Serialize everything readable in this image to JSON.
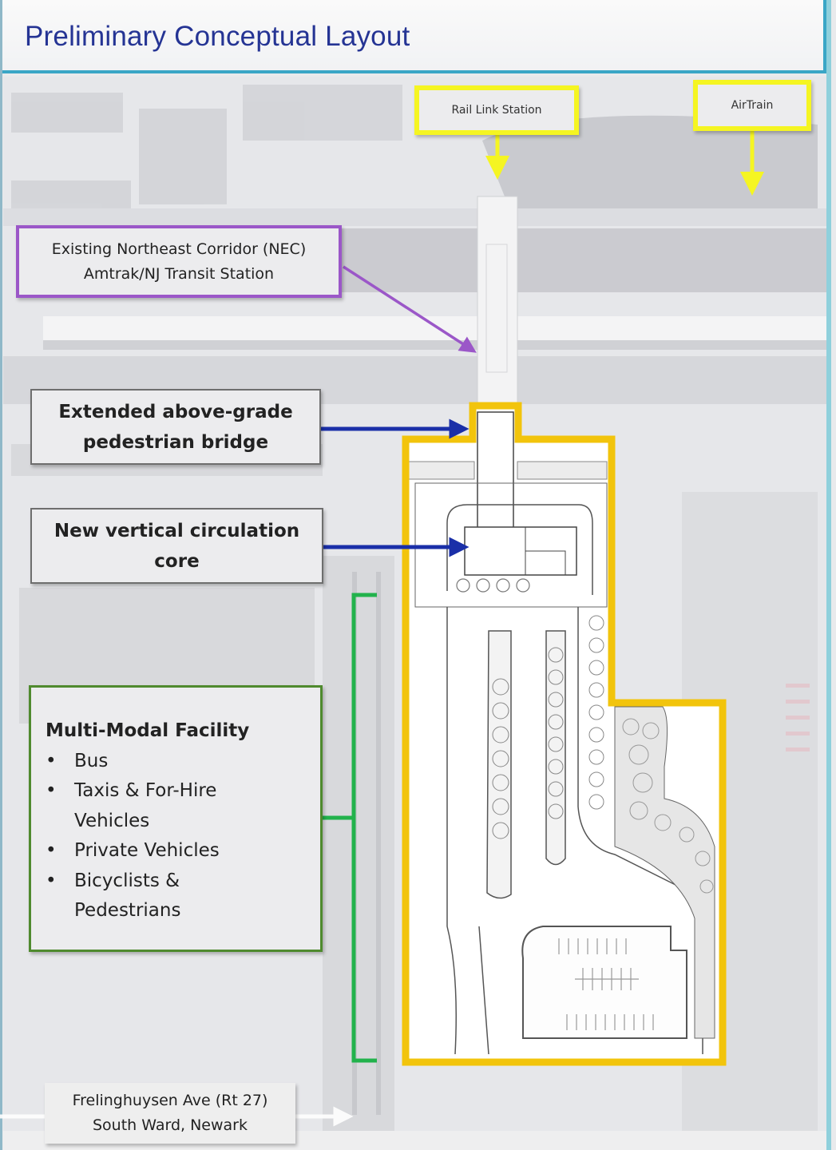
{
  "header": {
    "title": "Preliminary Conceptual Layout"
  },
  "callouts": {
    "rail_link": "Rail Link Station",
    "airtrain": "AirTrain",
    "nec_line1": "Existing Northeast Corridor (NEC)",
    "nec_line2": "Amtrak/NJ Transit Station",
    "bridge_line1": "Extended above-grade",
    "bridge_line2": "pedestrian bridge",
    "core_line1": "New vertical circulation",
    "core_line2": "core",
    "road_line1": "Frelinghuysen Ave (Rt 27)",
    "road_line2": "South Ward, Newark"
  },
  "facility": {
    "heading": "Multi-Modal Facility",
    "bullet_glyph": "•",
    "items": [
      {
        "line1": "Bus",
        "line2": ""
      },
      {
        "line1": "Taxis & For-Hire",
        "line2": "Vehicles"
      },
      {
        "line1": "Private Vehicles",
        "line2": ""
      },
      {
        "line1": "Bicyclists &",
        "line2": "Pedestrians"
      }
    ]
  },
  "colors": {
    "title": "#253494",
    "title_rule": "#3aa6c6",
    "yellow_callout": "#f5f522",
    "purple_callout": "#9b57c8",
    "blue_arrow": "#1a2fa8",
    "green_bracket": "#22b24c",
    "site_boundary": "#f2c40c"
  }
}
